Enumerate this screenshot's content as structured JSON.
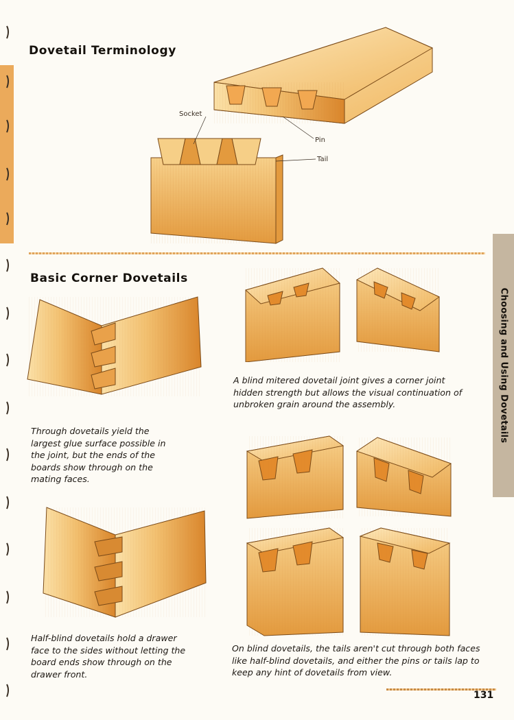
{
  "terminology": {
    "heading": "Dovetail Terminology",
    "labels": {
      "socket": "Socket",
      "pin": "Pin",
      "tail": "Tail"
    }
  },
  "corner": {
    "heading": "Basic Corner Dovetails",
    "captions": {
      "through": "Through dovetails yield the largest glue surface possible in the joint, but the ends of the boards show through on the mating faces.",
      "half_blind": "Half-blind dovetails hold a drawer face to the sides without letting the board ends show through on the drawer front.",
      "blind_mitered": "A blind mitered dovetail joint gives a corner joint hidden strength but allows the visual continuation of unbroken grain around the assembly.",
      "blind": "On blind dovetails, the tails aren't cut through both faces like half-blind dovetails, and either the pins or tails lap to keep any hint of dovetails from view."
    }
  },
  "sidebar_tab": "Choosing and Using Dovetails",
  "page_number": "131",
  "colors": {
    "wood_light": "#f6cf87",
    "wood_mid": "#eaa648",
    "wood_dark": "#d0781f",
    "tab_bg": "#c5b6a0"
  }
}
